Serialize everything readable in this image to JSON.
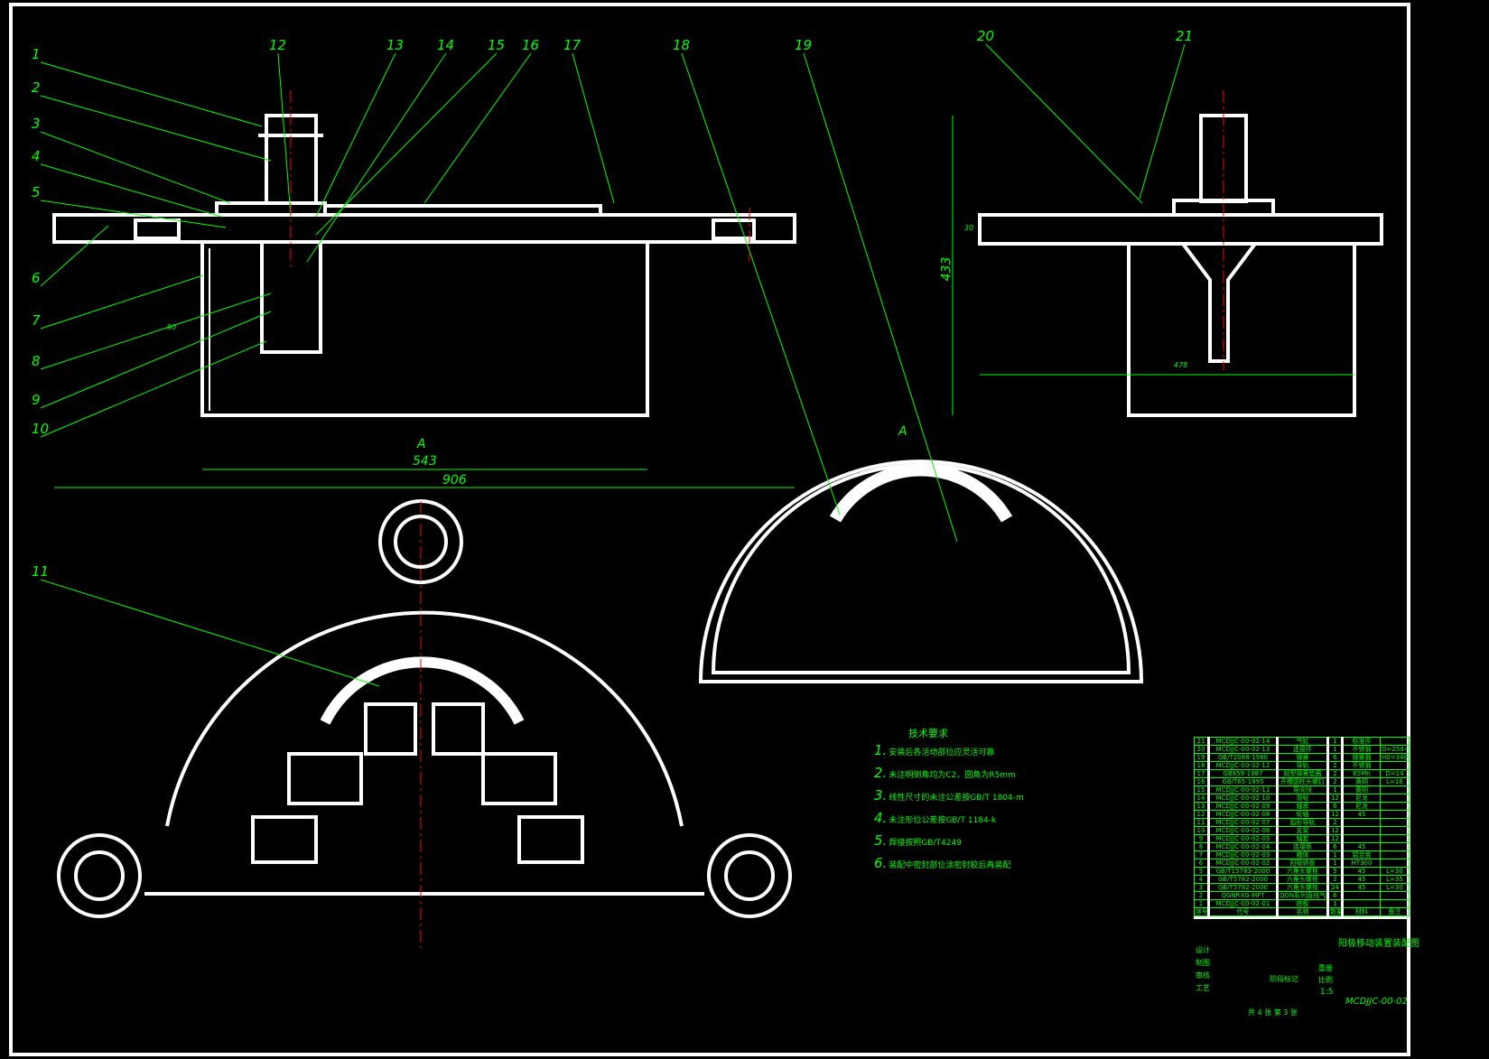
{
  "part_labels": [
    "1",
    "2",
    "3",
    "4",
    "5",
    "6",
    "7",
    "8",
    "9",
    "10",
    "11",
    "12",
    "13",
    "14",
    "15",
    "16",
    "17",
    "18",
    "19",
    "20",
    "21"
  ],
  "dimensions": {
    "front_inner_width": "543",
    "front_overall_width": "906",
    "side_height": "433",
    "side_width": "478",
    "side_plate_thk": "30",
    "front_height": "90"
  },
  "section_labels": {
    "front_arrow": "A",
    "section_view": "A"
  },
  "technical_requirements": {
    "title": "技术要求",
    "items": [
      {
        "n": "1.",
        "text": "安装后各活动部位应灵活可靠"
      },
      {
        "n": "2.",
        "text": "未注明倒角均为C2，圆角为R5mm"
      },
      {
        "n": "3.",
        "text": "线性尺寸的未注公差按GB/T 1804-m"
      },
      {
        "n": "4.",
        "text": "未注形位公差按GB/T 1184-k"
      },
      {
        "n": "5.",
        "text": "焊接按照GB/T4249"
      },
      {
        "n": "6.",
        "text": "装配中密封部位涂密封胶后再装配"
      }
    ]
  },
  "bom": [
    [
      "21",
      "MCDJJC-00-02-14",
      "气缸",
      "1",
      "标准件",
      ""
    ],
    [
      "20",
      "MCDJJC-00-02-13",
      "连接件",
      "1",
      "不锈钢",
      "D=25d=6"
    ],
    [
      "19",
      "GB/T2088-1980",
      "弹簧",
      "6",
      "弹簧钢",
      "H0=340d"
    ],
    [
      "18",
      "MCDJJC-00-02-12",
      "导轨",
      "2",
      "不锈钢",
      ""
    ],
    [
      "17",
      "GB859-1987",
      "轻型弹簧垫圈",
      "2",
      "65Mn",
      "D=14"
    ],
    [
      "16",
      "GB/T65-1995",
      "开槽圆柱头螺钉",
      "2",
      "黄铜",
      "L=16"
    ],
    [
      "15",
      "MCDJJC-00-02-11",
      "导向块",
      "1",
      "黄铜",
      ""
    ],
    [
      "14",
      "MCDJJC-00-02-10",
      "滑轮",
      "12",
      "尼龙",
      ""
    ],
    [
      "13",
      "MCDJJC-00-02-09",
      "轴承",
      "6",
      "尼龙",
      ""
    ],
    [
      "12",
      "MCDJJC-00-02-08",
      "轮轴",
      "12",
      "45",
      ""
    ],
    [
      "11",
      "MCDJJC-00-02-07",
      "弧形导轨",
      "2",
      "",
      ""
    ],
    [
      "10",
      "MCDJJC-00-02-06",
      "支架",
      "12",
      "",
      ""
    ],
    [
      "9",
      "MCDJJC-00-02-05",
      "轴套",
      "12",
      "",
      ""
    ],
    [
      "8",
      "MCDJJC-00-02-04",
      "连接板",
      "6",
      "45",
      ""
    ],
    [
      "7",
      "MCDJJC-00-02-03",
      "箱体",
      "1",
      "铝合金",
      ""
    ],
    [
      "6",
      "MCDJJC-00-02-02",
      "阳极转盘",
      "1",
      "HT300",
      ""
    ],
    [
      "5",
      "GB/T15783-2000",
      "六角头螺栓",
      "5",
      "45",
      "L=30"
    ],
    [
      "4",
      "GB/T5782-2000",
      "六角头螺栓",
      "2",
      "45",
      "L=35"
    ],
    [
      "3",
      "GB/T5782-2000",
      "六角头螺栓",
      "24",
      "45",
      "L=30"
    ],
    [
      "2",
      "QGNRXG-MFT",
      "QGN系列直线气缸",
      "6",
      "",
      ""
    ],
    [
      "1",
      "MCDJJC-00-02-01",
      "底板",
      "1",
      "",
      ""
    ]
  ],
  "bom_header": [
    "序号",
    "代号",
    "名称",
    "数量",
    "材料",
    "备注"
  ],
  "title_block": {
    "title": "阳极移动装置装配图",
    "drawing_no": "MCDJJC-00-02",
    "scale": "1:5",
    "sheet": "共 4 张  第 3 张",
    "roles": [
      "设计",
      "制图",
      "审核",
      "工艺"
    ],
    "stage_label": "阶段标记",
    "weight_label": "重量",
    "scale_label": "比例"
  }
}
